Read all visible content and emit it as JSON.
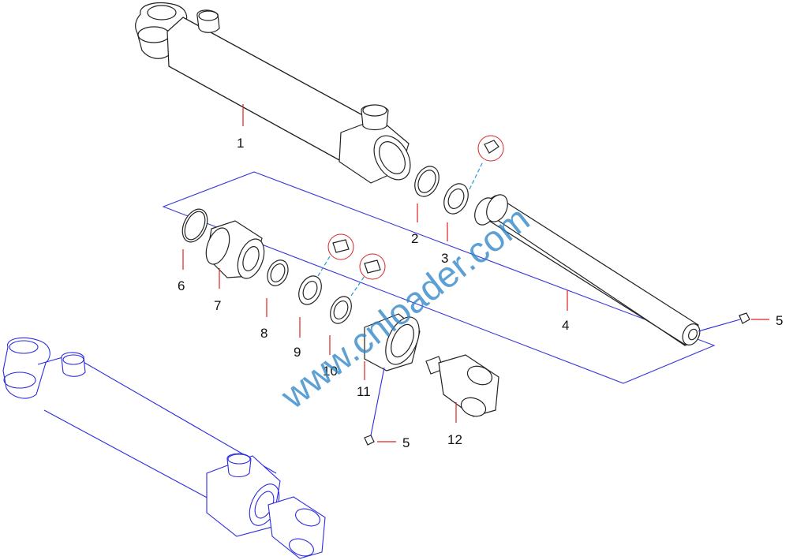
{
  "callouts": {
    "c1": "1",
    "c2": "2",
    "c3": "3",
    "c4": "4",
    "c5a": "5",
    "c5b": "5",
    "c6": "6",
    "c7": "7",
    "c8": "8",
    "c9": "9",
    "c10": "10",
    "c11": "11",
    "c12": "12"
  },
  "watermark": "www.cnloader.com",
  "colors": {
    "leader": "#d22222",
    "frame": "#3a3ad8",
    "assembly": "#2a2ae0",
    "watermark": "#2f86c8"
  }
}
